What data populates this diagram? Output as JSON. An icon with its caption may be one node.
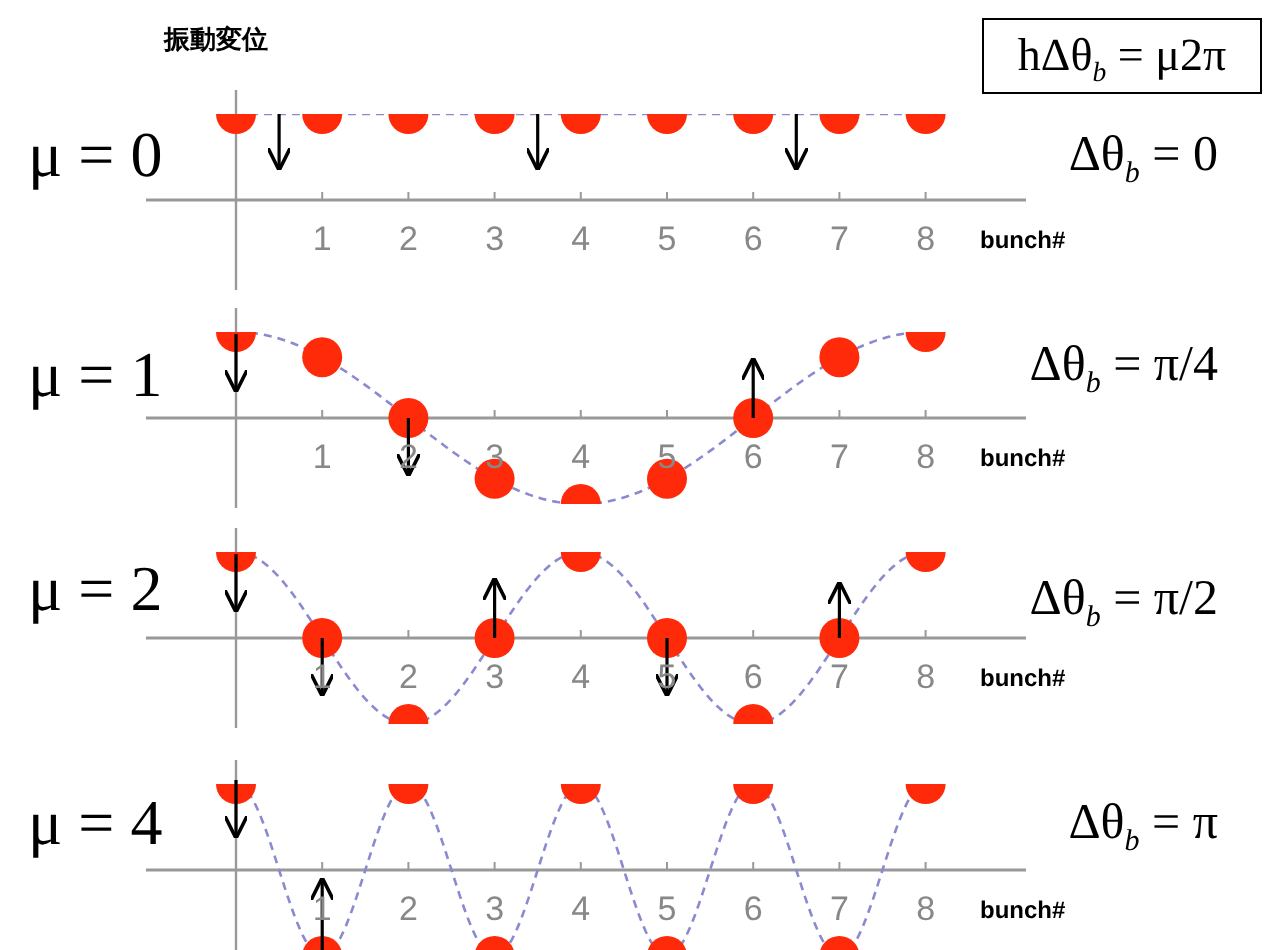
{
  "diagram": {
    "nodes": [
      {
        "text": [
          "hΔθ$_{b}$ = μ2π"
        ]
      }
    ],
    "labels": [
      "振動変位",
      "μ = 0",
      "Δθ$_{b}$ = 0",
      "1",
      "2",
      "3",
      "4",
      "5",
      "6",
      "7",
      "8",
      "bunch#",
      "μ = 1",
      "Δθ$_{b}$ = π/4",
      "1",
      "2",
      "3",
      "4",
      "5",
      "6",
      "7",
      "8",
      "bunch#",
      "μ = 2",
      "Δθ$_{b}$ = π/2",
      "1",
      "2",
      "3",
      "4",
      "5",
      "6",
      "7",
      "8",
      "bunch#",
      "μ = 4",
      "Δθ$_{b}$ = π",
      "1",
      "2",
      "3",
      "4",
      "5",
      "6",
      "7",
      "8",
      "bunch#"
    ]
  }
}
